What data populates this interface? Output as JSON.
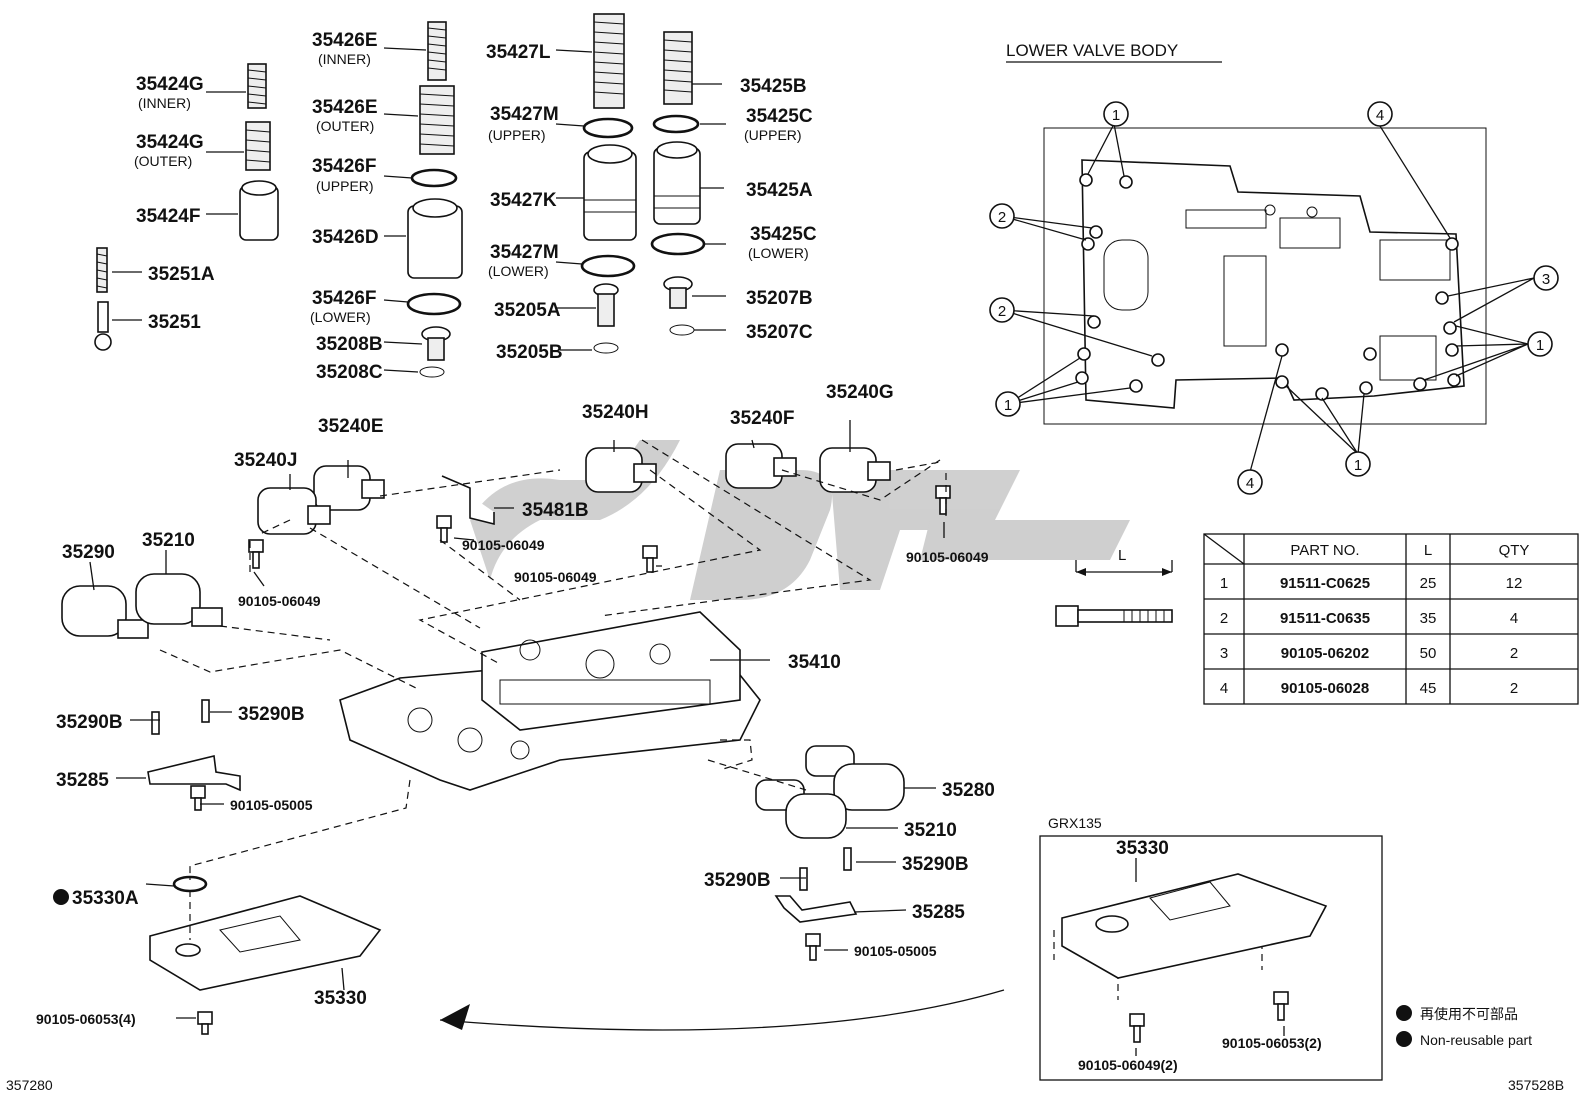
{
  "title": "LOWER VALVE BODY",
  "footer": {
    "left": "357280",
    "right": "357528B"
  },
  "callouts": [
    {
      "id": "p35426E_in",
      "code": "35426E",
      "sub": "(INNER)"
    },
    {
      "id": "p35426E_out",
      "code": "35426E",
      "sub": "(OUTER)"
    },
    {
      "id": "p35426F_up",
      "code": "35426F",
      "sub": "(UPPER)"
    },
    {
      "id": "p35426D",
      "code": "35426D",
      "sub": ""
    },
    {
      "id": "p35426F_lo",
      "code": "35426F",
      "sub": "(LOWER)"
    },
    {
      "id": "p35208B",
      "code": "35208B",
      "sub": ""
    },
    {
      "id": "p35208C",
      "code": "35208C",
      "sub": ""
    },
    {
      "id": "p35424G_in",
      "code": "35424G",
      "sub": "(INNER)"
    },
    {
      "id": "p35424G_out",
      "code": "35424G",
      "sub": "(OUTER)"
    },
    {
      "id": "p35424F",
      "code": "35424F",
      "sub": ""
    },
    {
      "id": "p35251A",
      "code": "35251A",
      "sub": ""
    },
    {
      "id": "p35251",
      "code": "35251",
      "sub": ""
    },
    {
      "id": "p35427L",
      "code": "35427L",
      "sub": ""
    },
    {
      "id": "p35427M_up",
      "code": "35427M",
      "sub": "(UPPER)"
    },
    {
      "id": "p35427K",
      "code": "35427K",
      "sub": ""
    },
    {
      "id": "p35427M_lo",
      "code": "35427M",
      "sub": "(LOWER)"
    },
    {
      "id": "p35205A",
      "code": "35205A",
      "sub": ""
    },
    {
      "id": "p35205B",
      "code": "35205B",
      "sub": ""
    },
    {
      "id": "p35425B",
      "code": "35425B",
      "sub": ""
    },
    {
      "id": "p35425C_up",
      "code": "35425C",
      "sub": "(UPPER)"
    },
    {
      "id": "p35425A",
      "code": "35425A",
      "sub": ""
    },
    {
      "id": "p35425C_lo",
      "code": "35425C",
      "sub": "(LOWER)"
    },
    {
      "id": "p35207B",
      "code": "35207B",
      "sub": ""
    },
    {
      "id": "p35207C",
      "code": "35207C",
      "sub": ""
    },
    {
      "id": "p35240E",
      "code": "35240E",
      "sub": ""
    },
    {
      "id": "p35240J",
      "code": "35240J",
      "sub": ""
    },
    {
      "id": "p35240H",
      "code": "35240H",
      "sub": ""
    },
    {
      "id": "p35240F",
      "code": "35240F",
      "sub": ""
    },
    {
      "id": "p35240G",
      "code": "35240G",
      "sub": ""
    },
    {
      "id": "p35481B",
      "code": "35481B",
      "sub": ""
    },
    {
      "id": "b06049_a",
      "code": "90105-06049",
      "sub": ""
    },
    {
      "id": "b06049_b",
      "code": "90105-06049",
      "sub": ""
    },
    {
      "id": "b06049_c",
      "code": "90105-06049",
      "sub": ""
    },
    {
      "id": "b06049_d",
      "code": "90105-06049",
      "sub": ""
    },
    {
      "id": "p35290",
      "code": "35290",
      "sub": ""
    },
    {
      "id": "p35210_l",
      "code": "35210",
      "sub": ""
    },
    {
      "id": "p35410",
      "code": "35410",
      "sub": ""
    },
    {
      "id": "p35290B_a",
      "code": "35290B",
      "sub": ""
    },
    {
      "id": "p35290B_b",
      "code": "35290B",
      "sub": ""
    },
    {
      "id": "p35285_l",
      "code": "35285",
      "sub": ""
    },
    {
      "id": "b05005_l",
      "code": "90105-05005",
      "sub": ""
    },
    {
      "id": "p35280",
      "code": "35280",
      "sub": ""
    },
    {
      "id": "p35210_r",
      "code": "35210",
      "sub": ""
    },
    {
      "id": "p35290B_c",
      "code": "35290B",
      "sub": ""
    },
    {
      "id": "p35290B_d",
      "code": "35290B",
      "sub": ""
    },
    {
      "id": "p35285_r",
      "code": "35285",
      "sub": ""
    },
    {
      "id": "b05005_r",
      "code": "90105-05005",
      "sub": ""
    },
    {
      "id": "p35330A",
      "code": "35330A",
      "sub": ""
    },
    {
      "id": "p35330_l",
      "code": "35330",
      "sub": ""
    },
    {
      "id": "b06053_4",
      "code": "90105-06053(4)",
      "sub": ""
    },
    {
      "id": "p35330_r",
      "code": "35330",
      "sub": ""
    },
    {
      "id": "b06053_2",
      "code": "90105-06053(2)",
      "sub": ""
    },
    {
      "id": "b06049_2",
      "code": "90105-06049(2)",
      "sub": ""
    }
  ],
  "inset": {
    "label": "GRX135"
  },
  "dimension": {
    "label": "L"
  },
  "bolt_table": {
    "headers": [
      "",
      "PART NO.",
      "L",
      "QTY"
    ],
    "rows": [
      {
        "no": "1",
        "part": "91511-C0625",
        "l": "25",
        "qty": "12"
      },
      {
        "no": "2",
        "part": "91511-C0635",
        "l": "35",
        "qty": "4"
      },
      {
        "no": "3",
        "part": "90105-06202",
        "l": "50",
        "qty": "2"
      },
      {
        "no": "4",
        "part": "90105-06028",
        "l": "45",
        "qty": "2"
      }
    ]
  },
  "body_markers": [
    {
      "id": "m1a",
      "num": "1"
    },
    {
      "id": "m4a",
      "num": "4"
    },
    {
      "id": "m2a",
      "num": "2"
    },
    {
      "id": "m3",
      "num": "3"
    },
    {
      "id": "m2b",
      "num": "2"
    },
    {
      "id": "m1b",
      "num": "1"
    },
    {
      "id": "m1c",
      "num": "1"
    },
    {
      "id": "m4b",
      "num": "4"
    },
    {
      "id": "m1d",
      "num": "1"
    }
  ],
  "legend": [
    {
      "jp": "再使用不可部品"
    },
    {
      "en": "Non-reusable part"
    }
  ]
}
